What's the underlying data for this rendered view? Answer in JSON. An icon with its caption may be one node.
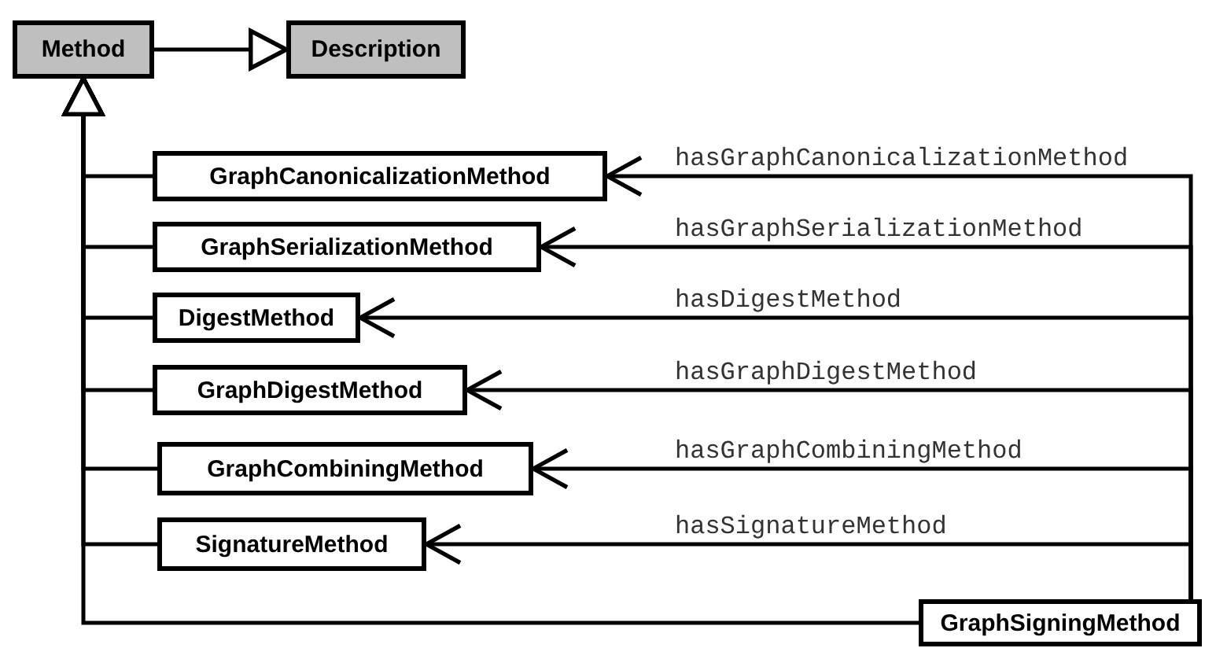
{
  "diagram": {
    "nodes": [
      {
        "text": [
          "Method"
        ]
      },
      {
        "text": [
          "Description"
        ]
      },
      {
        "text": [
          "GraphCanonicalizationMethod"
        ]
      },
      {
        "text": [
          "GraphSerializationMethod"
        ]
      },
      {
        "text": [
          "DigestMethod"
        ]
      },
      {
        "text": [
          "GraphDigestMethod"
        ]
      },
      {
        "text": [
          "GraphCombiningMethod"
        ]
      },
      {
        "text": [
          "SignatureMethod"
        ]
      },
      {
        "text": [
          "GraphSigningMethod"
        ]
      }
    ],
    "edges": [
      {
        "from": 0,
        "to": 1,
        "arrow": "to"
      },
      {
        "from": 2,
        "to": 0,
        "arrow": "to"
      },
      {
        "from": 3,
        "to": 0,
        "arrow": "to"
      },
      {
        "from": 4,
        "to": 0,
        "arrow": "to"
      },
      {
        "from": 5,
        "to": 0,
        "arrow": "to"
      },
      {
        "from": 6,
        "to": 0,
        "arrow": "to"
      },
      {
        "from": 7,
        "to": 0,
        "arrow": "to"
      },
      {
        "from": 8,
        "to": 0,
        "arrow": "to"
      },
      {
        "from": 8,
        "to": 2,
        "arrow": "to",
        "label": "hasGraphCanonicalizationMethod"
      },
      {
        "from": 8,
        "to": 3,
        "arrow": "to",
        "label": "hasGraphSerializationMethod"
      },
      {
        "from": 8,
        "to": 4,
        "arrow": "to",
        "label": "hasDigestMethod"
      },
      {
        "from": 8,
        "to": 5,
        "arrow": "to",
        "label": "hasGraphDigestMethod"
      },
      {
        "from": 8,
        "to": 6,
        "arrow": "to",
        "label": "hasGraphCombiningMethod"
      },
      {
        "from": 8,
        "to": 7,
        "arrow": "to",
        "label": "hasSignatureMethod"
      }
    ]
  }
}
